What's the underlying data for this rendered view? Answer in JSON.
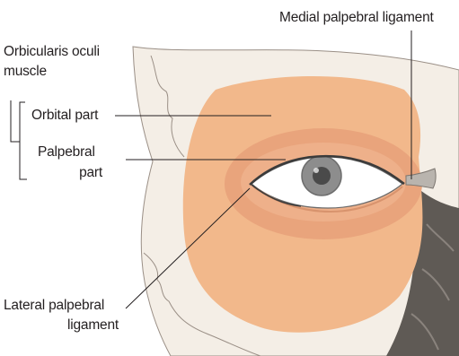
{
  "labels": {
    "medial_palpebral_ligament": "Medial palpebral ligament",
    "orbicularis_line1": "Orbicularis oculi",
    "orbicularis_line2": "muscle",
    "orbital_part": "Orbital part",
    "palpebral_line1": "Palpebral",
    "palpebral_line2": "part",
    "lateral_line1": "Lateral palpebral",
    "lateral_line2": "ligament"
  },
  "colors": {
    "skull_fill": "#f4eee6",
    "skull_outline": "#9a8f86",
    "orbital_part": "#f2b88b",
    "palpebral_part": "#e9a47c",
    "palpebral_inner": "#eeb08a",
    "dark_orbit": "#5f5a55",
    "iris": "#8d8d8d",
    "pupil": "#4a4a4a",
    "eyelash": "#3b3b3b",
    "leader_line": "#231f20"
  }
}
